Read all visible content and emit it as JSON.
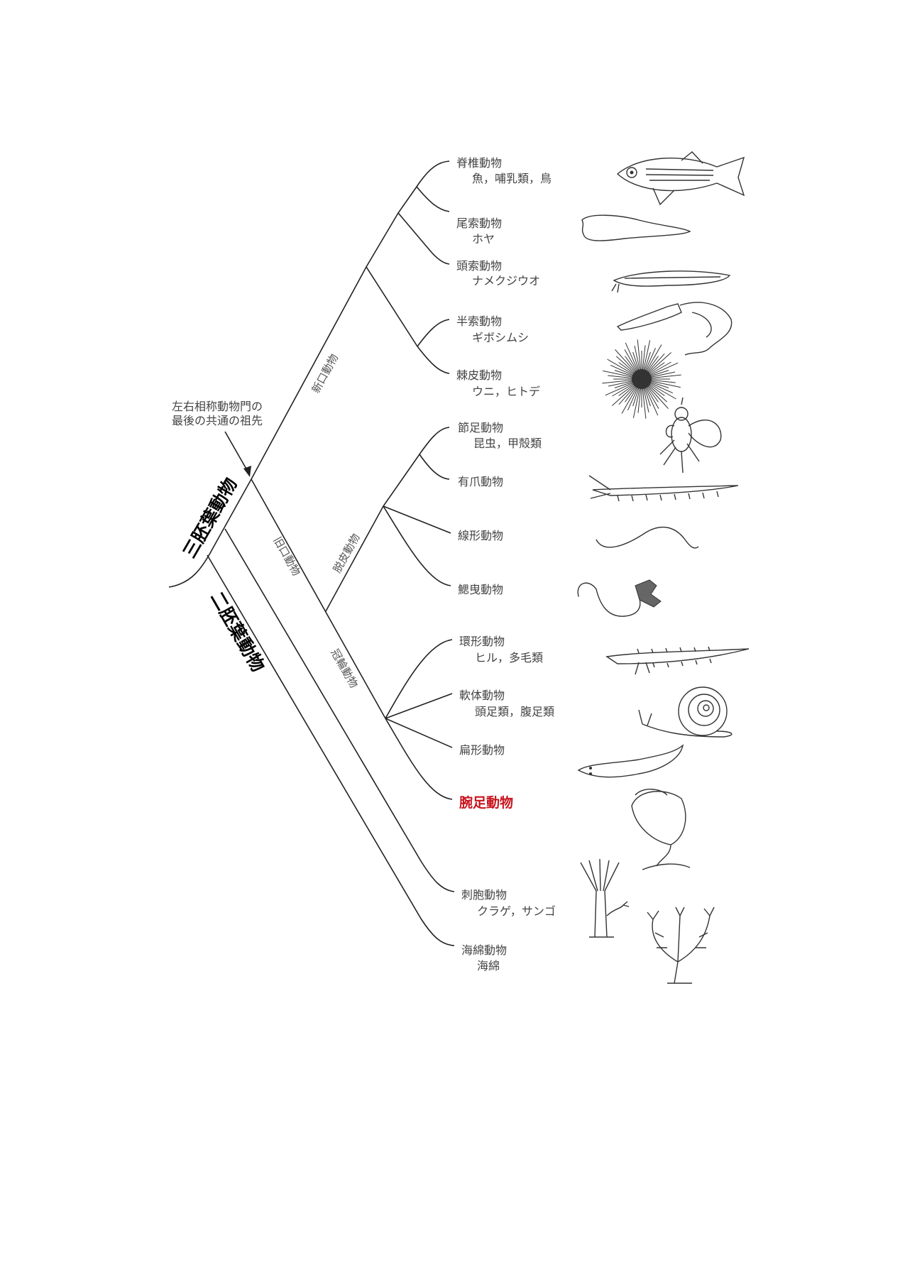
{
  "ancestor_note": [
    "左右相称動物門の",
    "最後の共通の祖先"
  ],
  "groups": {
    "triploblast": "三胚葉動物",
    "diploblast": "二胚葉動物",
    "deuterostome": "新口動物",
    "protostome": "旧口動物",
    "ecdysozoa": "脱皮動物",
    "lophotrochozoa": "冠輪動物"
  },
  "taxa": [
    {
      "name": "脊椎動物",
      "examples": "魚，哺乳類，鳥"
    },
    {
      "name": "尾索動物",
      "examples": "ホヤ"
    },
    {
      "name": "頭索動物",
      "examples": "ナメクジウオ"
    },
    {
      "name": "半索動物",
      "examples": "ギボシムシ"
    },
    {
      "name": "棘皮動物",
      "examples": "ウニ，ヒトデ"
    },
    {
      "name": "節足動物",
      "examples": "昆虫，甲殻類"
    },
    {
      "name": "有爪動物"
    },
    {
      "name": "線形動物"
    },
    {
      "name": "鰓曳動物"
    },
    {
      "name": "環形動物",
      "examples": "ヒル，多毛類"
    },
    {
      "name": "軟体動物",
      "examples": "頭足類，腹足類"
    },
    {
      "name": "扁形動物"
    },
    {
      "name": "腕足動物",
      "highlighted": true
    },
    {
      "name": "刺胞動物",
      "examples": "クラゲ，サンゴ"
    },
    {
      "name": "海綿動物",
      "examples": "海綿"
    }
  ],
  "colors": {
    "highlight": "#c8141e",
    "line": "#222222"
  }
}
